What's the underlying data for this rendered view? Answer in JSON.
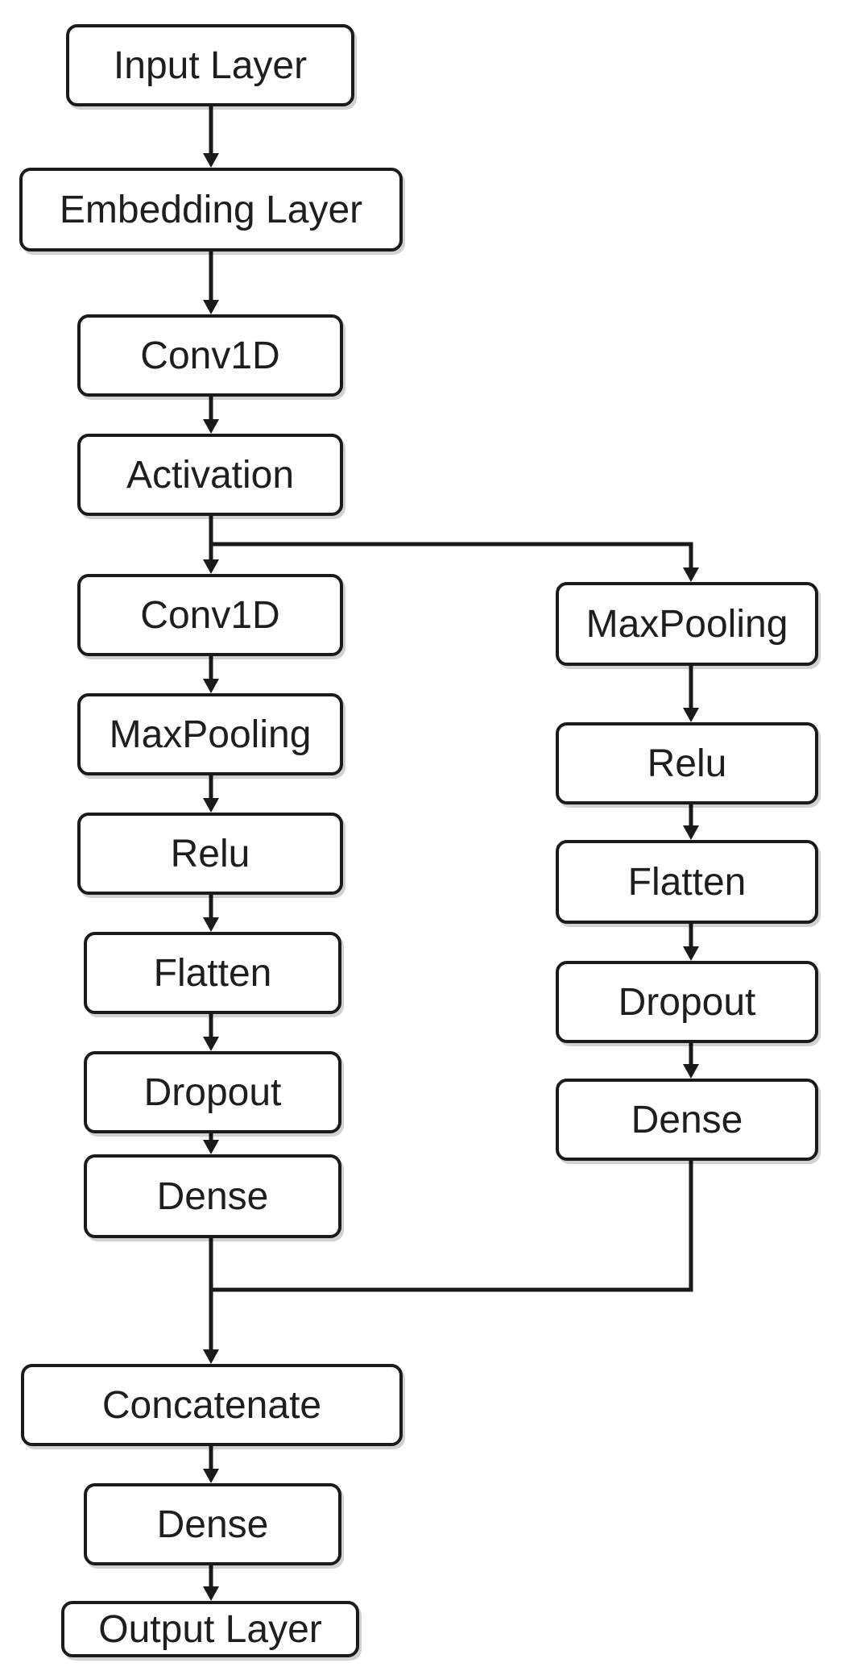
{
  "diagram": {
    "nodes": {
      "input_layer": "Input Layer",
      "embedding_layer": "Embedding Layer",
      "conv1d_a": "Conv1D",
      "activation": "Activation",
      "left_conv1d": "Conv1D",
      "left_maxpooling": "MaxPooling",
      "left_relu": "Relu",
      "left_flatten": "Flatten",
      "left_dropout": "Dropout",
      "left_dense": "Dense",
      "right_maxpooling": "MaxPooling",
      "right_relu": "Relu",
      "right_flatten": "Flatten",
      "right_dropout": "Dropout",
      "right_dense": "Dense",
      "concatenate": "Concatenate",
      "dense_final": "Dense",
      "output_layer": "Output Layer"
    },
    "edges": [
      [
        "input_layer",
        "embedding_layer"
      ],
      [
        "embedding_layer",
        "conv1d_a"
      ],
      [
        "conv1d_a",
        "activation"
      ],
      [
        "activation",
        "left_conv1d"
      ],
      [
        "activation",
        "right_maxpooling"
      ],
      [
        "left_conv1d",
        "left_maxpooling"
      ],
      [
        "left_maxpooling",
        "left_relu"
      ],
      [
        "left_relu",
        "left_flatten"
      ],
      [
        "left_flatten",
        "left_dropout"
      ],
      [
        "left_dropout",
        "left_dense"
      ],
      [
        "right_maxpooling",
        "right_relu"
      ],
      [
        "right_relu",
        "right_flatten"
      ],
      [
        "right_flatten",
        "right_dropout"
      ],
      [
        "right_dropout",
        "right_dense"
      ],
      [
        "left_dense",
        "concatenate"
      ],
      [
        "right_dense",
        "concatenate"
      ],
      [
        "concatenate",
        "dense_final"
      ],
      [
        "dense_final",
        "output_layer"
      ]
    ]
  }
}
